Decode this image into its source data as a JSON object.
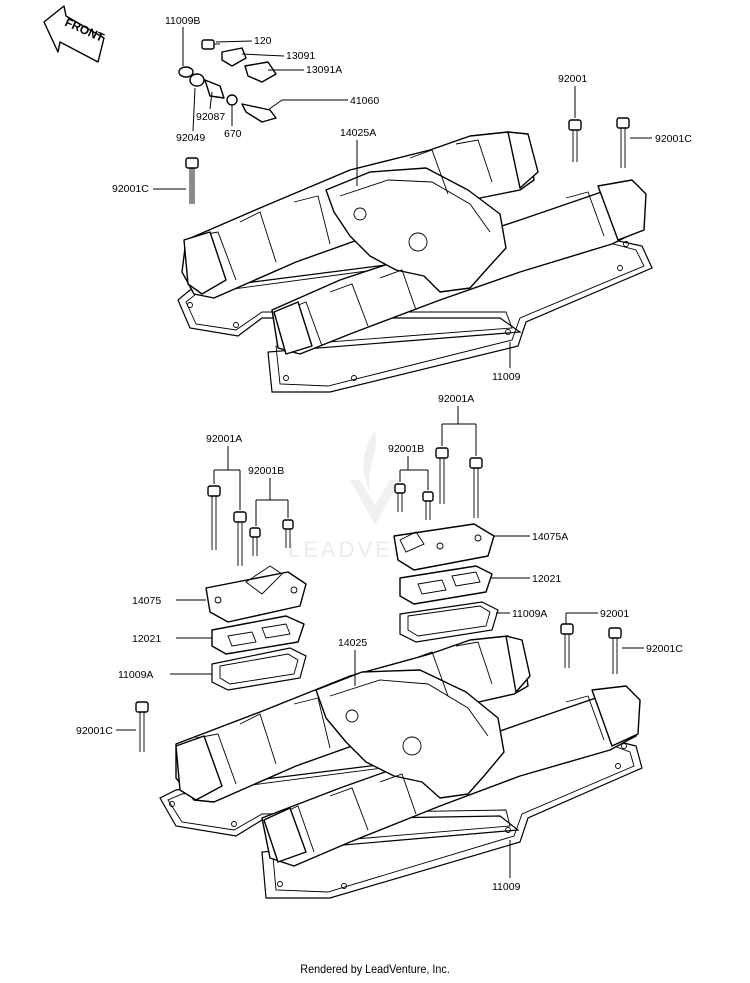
{
  "front_label": "FRONT",
  "watermark": "LEADVENTURE",
  "footer": "Rendered by LeadVenture, Inc.",
  "callouts": {
    "c11009B": "11009B",
    "c120": "120",
    "c13091": "13091",
    "c13091A": "13091A",
    "c41060": "41060",
    "c92087": "92087",
    "c92049": "92049",
    "c670": "670",
    "c92001_top": "92001",
    "c14025A": "14025A",
    "c92001C_tr": "92001C",
    "c92001C_tl": "92001C",
    "c11009_top": "11009",
    "c92001A_r": "92001A",
    "c92001B_r": "92001B",
    "c92001A_l": "92001A",
    "c92001B_l": "92001B",
    "c14075A": "14075A",
    "c12021_r": "12021",
    "c11009A_r": "11009A",
    "c92001_bot": "92001",
    "c92001C_br": "92001C",
    "c14075": "14075",
    "c12021_l": "12021",
    "c11009A_l": "11009A",
    "c14025": "14025",
    "c92001C_bl": "92001C",
    "c11009_bot": "11009"
  }
}
